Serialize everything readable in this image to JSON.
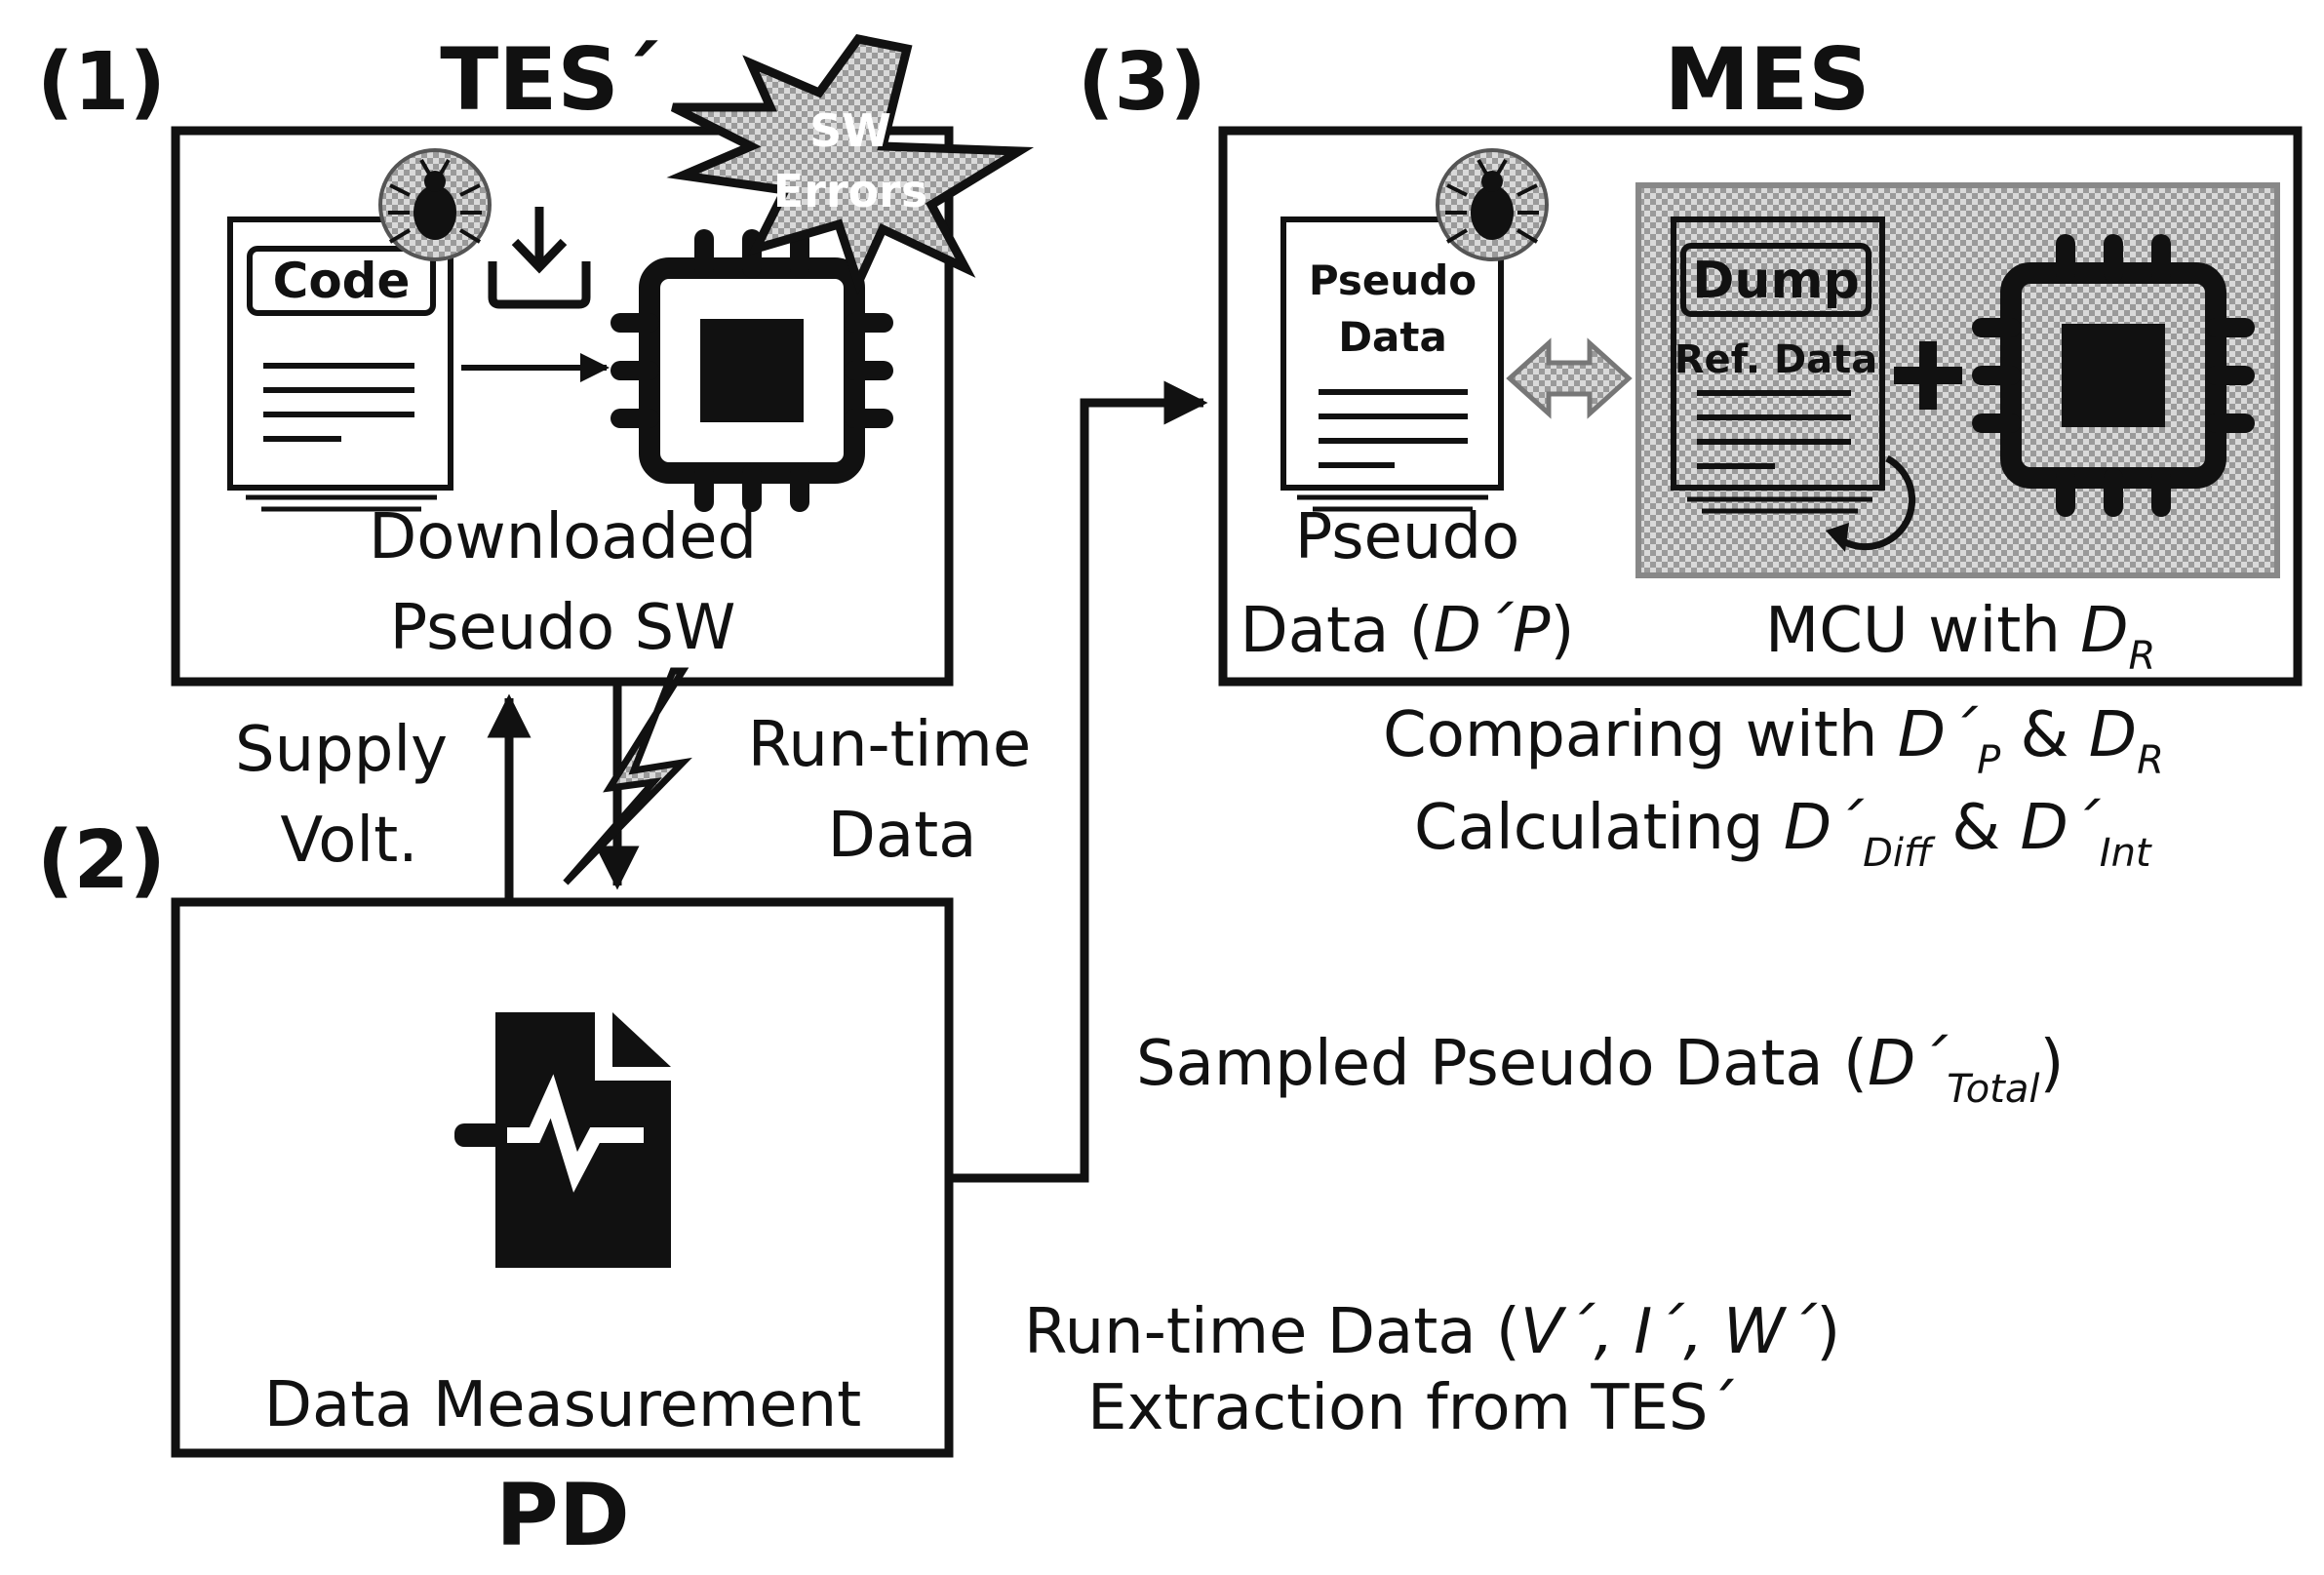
{
  "sections": {
    "s1": "(1)",
    "s2": "(2)",
    "s3": "(3)"
  },
  "tes": {
    "title": "TES´",
    "code_label": "Code",
    "errors_line1": "SW",
    "errors_line2": "Errors",
    "caption_line1": "Downloaded",
    "caption_line2": "Pseudo SW"
  },
  "pd": {
    "title": "PD",
    "caption": "Data Measurement"
  },
  "links": {
    "supply_line1": "Supply",
    "supply_line2": "Volt.",
    "runtime_line1": "Run-time",
    "runtime_line2": "Data",
    "sampled_text": "Sampled Pseudo Data (",
    "sub_total": "Total",
    "extract_line1_prefix": "Run-time Data (",
    "extract_symbols": "V´, I´, W´",
    "extract_line2": "Extraction from TES´"
  },
  "mes": {
    "title": "MES",
    "doc_line1": "Pseudo",
    "doc_line2": "Data",
    "dump_label": "Dump",
    "ref_label": "Ref. Data",
    "pseudo_caption_line1": "Pseudo",
    "pseudo_caption_prefix": "Data (",
    "pseudo_caption_symbol": "D´P",
    "paren_close": ")",
    "mcu_caption": "MCU with ",
    "symbol_d": "D",
    "symbol_d_prime": "D´",
    "sub_r": "R",
    "sub_p": "P",
    "sub_diff": "Diff",
    "sub_int": "Int",
    "amp": " & ",
    "comparing_text": "Comparing with ",
    "calculating_text": "Calculating "
  }
}
